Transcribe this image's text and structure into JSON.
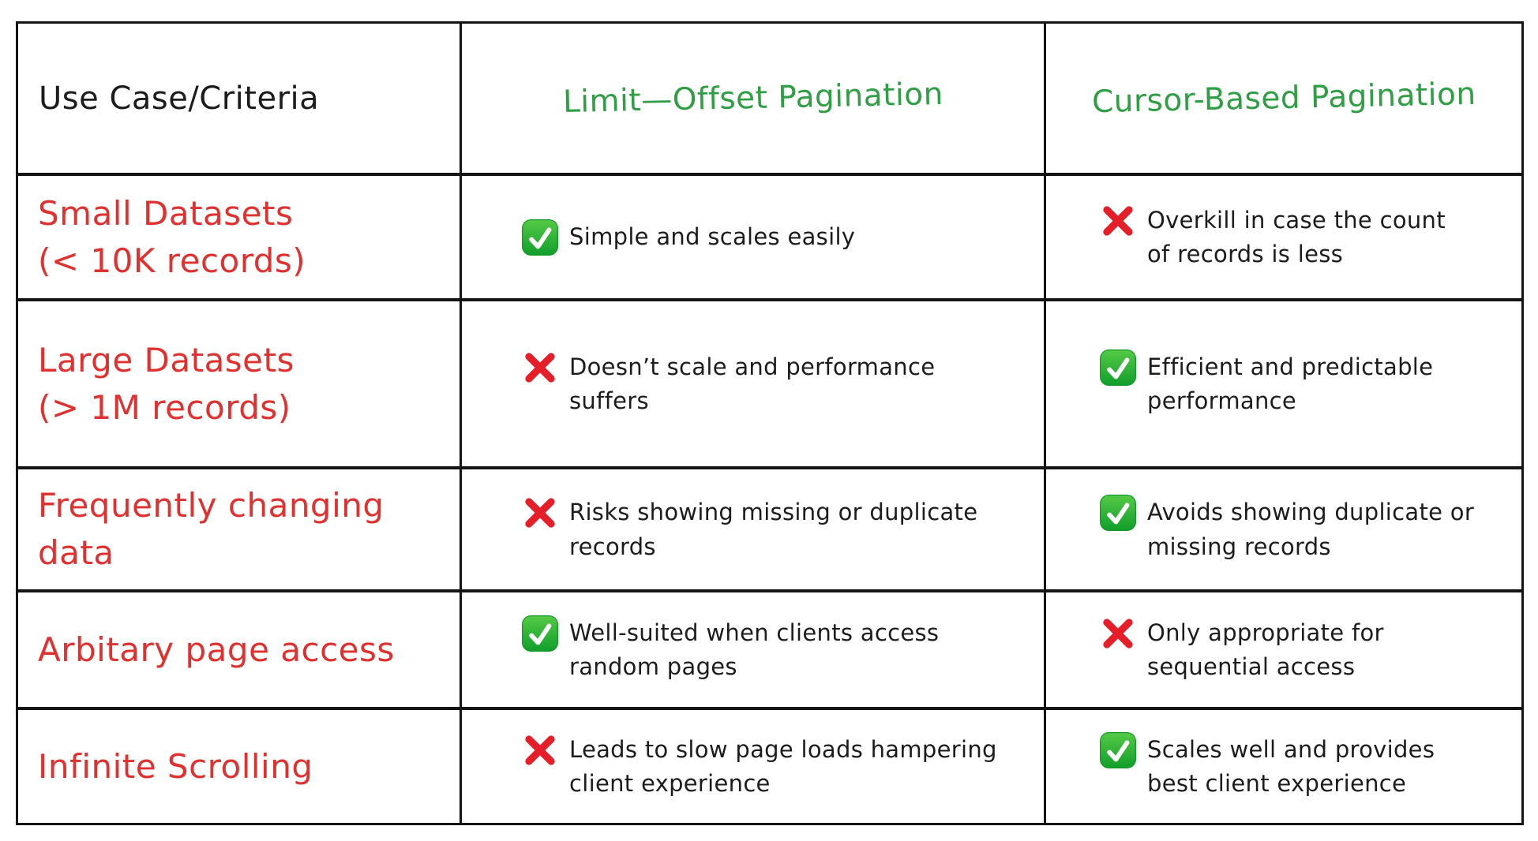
{
  "table": {
    "headers": [
      {
        "label": "Use Case/Criteria"
      },
      {
        "label": "Limit—Offset Pagination"
      },
      {
        "label": "Cursor-Based Pagination"
      }
    ],
    "rows": [
      {
        "criteria": "Small Datasets\n(< 10K records)",
        "limit_offset": {
          "mark": "check",
          "text": "Simple and scales easily"
        },
        "cursor_based": {
          "mark": "cross",
          "text": "Overkill in case the count\nof records is less"
        }
      },
      {
        "criteria": "Large Datasets\n(> 1M records)",
        "limit_offset": {
          "mark": "cross",
          "text": "Doesn’t scale and performance\nsuffers"
        },
        "cursor_based": {
          "mark": "check",
          "text": "Efficient and predictable\nperformance"
        }
      },
      {
        "criteria": "Frequently changing\ndata",
        "limit_offset": {
          "mark": "cross",
          "text": "Risks showing missing or duplicate\nrecords"
        },
        "cursor_based": {
          "mark": "check",
          "text": "Avoids showing duplicate or\nmissing records"
        }
      },
      {
        "criteria": "Arbitary page access",
        "limit_offset": {
          "mark": "check",
          "text": "Well-suited when clients access\nrandom pages"
        },
        "cursor_based": {
          "mark": "cross",
          "text": "Only appropriate for\nsequential access"
        }
      },
      {
        "criteria": "Infinite Scrolling",
        "limit_offset": {
          "mark": "cross",
          "text": "Leads to slow page loads hampering\nclient experience"
        },
        "cursor_based": {
          "mark": "check",
          "text": "Scales well and provides\nbest client experience"
        }
      }
    ]
  },
  "colors": {
    "criteria_red": "#e03131",
    "header_green": "#2f9e44",
    "body_text": "#1c1c1c",
    "border_black": "#141414",
    "check_green_top": "#55ca46",
    "check_green_bottom": "#119e2b",
    "cross_red": "#e41f2a",
    "background": "#ffffff"
  }
}
